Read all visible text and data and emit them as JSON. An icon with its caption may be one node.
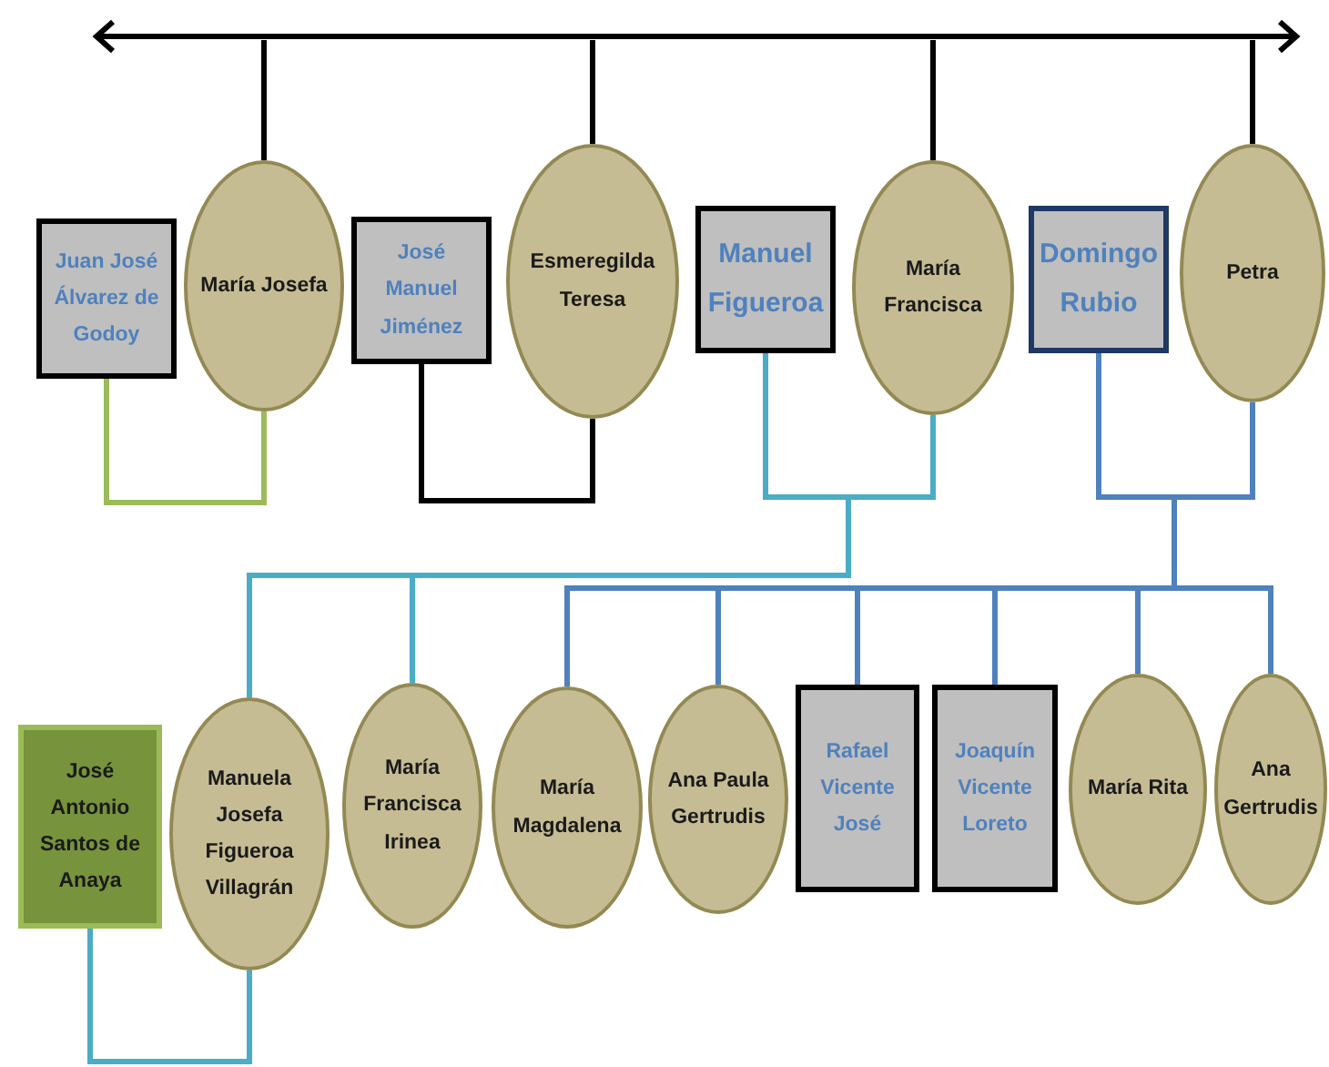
{
  "diagram": {
    "nodes": [
      {
        "text": [],
        "shape": "bar"
      },
      {
        "text": [
          "Juan José Álvarez de Godoy"
        ]
      },
      {
        "text": [
          "María Josefa"
        ]
      },
      {
        "text": [
          "José Manuel Jiménez"
        ]
      },
      {
        "text": [
          "Esmeregilda Teresa"
        ]
      },
      {
        "text": [
          "Manuel Figueroa"
        ]
      },
      {
        "text": [
          "María Francisca"
        ]
      },
      {
        "text": [
          "Domingo Rubio"
        ]
      },
      {
        "text": [
          "Petra"
        ]
      },
      {
        "text": [
          "José Antonio Santos de Anaya"
        ]
      },
      {
        "text": [
          "Manuela Josefa Figueroa Villagrán"
        ]
      },
      {
        "text": [
          "María Francisca Irinea"
        ]
      },
      {
        "text": [
          "María Magdalena"
        ]
      },
      {
        "text": [
          "Ana Paula Gertrudis"
        ]
      },
      {
        "text": [
          "Rafael Vicente José"
        ]
      },
      {
        "text": [
          "Joaquín Vicente Loreto"
        ]
      },
      {
        "text": [
          "María Rita"
        ]
      },
      {
        "text": [
          "Ana Gertrudis"
        ]
      }
    ],
    "edges": [
      {
        "from": 0,
        "to": 2,
        "arrow": "none",
        "color": "#000000"
      },
      {
        "from": 0,
        "to": 4,
        "arrow": "none",
        "color": "#000000"
      },
      {
        "from": 0,
        "to": 6,
        "arrow": "none",
        "color": "#000000"
      },
      {
        "from": 0,
        "to": 8,
        "arrow": "none",
        "color": "#000000"
      },
      {
        "from": 1,
        "to": 2,
        "arrow": "none",
        "color": "#9bbb59"
      },
      {
        "from": 3,
        "to": 4,
        "arrow": "none",
        "color": "#000000"
      },
      {
        "from": 5,
        "to": 6,
        "arrow": "none",
        "color": "#4bacc6"
      },
      {
        "from": 7,
        "to": 8,
        "arrow": "none"
      },
      {
        "from": 5,
        "to": 10,
        "arrow": "none",
        "color": "#4bacc6"
      },
      {
        "from": 6,
        "to": 10,
        "arrow": "none",
        "color": "#4bacc6"
      },
      {
        "from": 5,
        "to": 11,
        "arrow": "none",
        "color": "#4bacc6"
      },
      {
        "from": 6,
        "to": 11,
        "arrow": "none",
        "color": "#4bacc6"
      },
      {
        "from": 7,
        "to": 12,
        "arrow": "none"
      },
      {
        "from": 8,
        "to": 12,
        "arrow": "none"
      },
      {
        "from": 7,
        "to": 13,
        "arrow": "none"
      },
      {
        "from": 8,
        "to": 13,
        "arrow": "none"
      },
      {
        "from": 7,
        "to": 14,
        "arrow": "none"
      },
      {
        "from": 8,
        "to": 14,
        "arrow": "none"
      },
      {
        "from": 7,
        "to": 15,
        "arrow": "none"
      },
      {
        "from": 8,
        "to": 15,
        "arrow": "none"
      },
      {
        "from": 7,
        "to": 16,
        "arrow": "none"
      },
      {
        "from": 8,
        "to": 16,
        "arrow": "none"
      },
      {
        "from": 7,
        "to": 17,
        "arrow": "none"
      },
      {
        "from": 8,
        "to": 17,
        "arrow": "none"
      },
      {
        "from": 9,
        "to": 10,
        "arrow": "none",
        "color": "#4bacc6"
      }
    ]
  }
}
